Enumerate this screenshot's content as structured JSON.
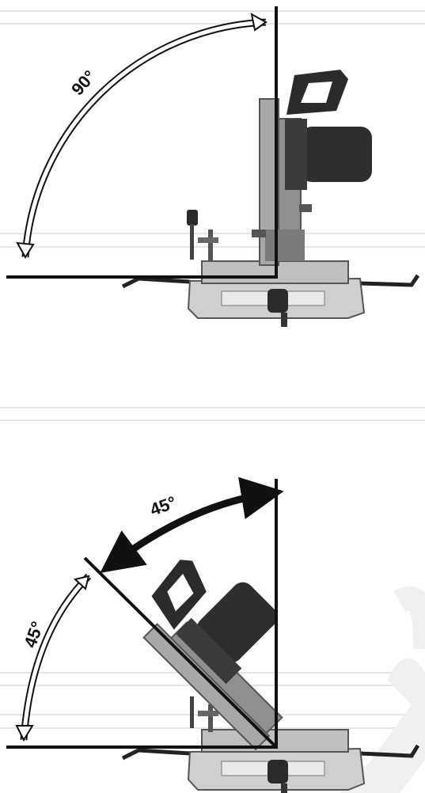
{
  "figures": [
    {
      "name": "bevel-90",
      "angle_labels": [
        {
          "text": "90°",
          "value_deg": 90,
          "arrow_style": "outline"
        }
      ]
    },
    {
      "name": "bevel-45",
      "angle_labels": [
        {
          "text": "45°",
          "value_deg": 45,
          "arrow_style": "solid"
        },
        {
          "text": "45°",
          "value_deg": 45,
          "arrow_style": "outline"
        }
      ]
    }
  ],
  "colors": {
    "line": "#111111",
    "saw_body": "#3a3a3a",
    "saw_dark": "#1d1d1d",
    "saw_base": "#cfcfcf",
    "saw_base_dark": "#8c8c8c",
    "guide_stripes": "#e6e6e6",
    "watermark": "#efefef"
  },
  "icons": [
    "miter-saw-upright-icon",
    "miter-saw-tilted-icon",
    "double-arrow-icon"
  ]
}
